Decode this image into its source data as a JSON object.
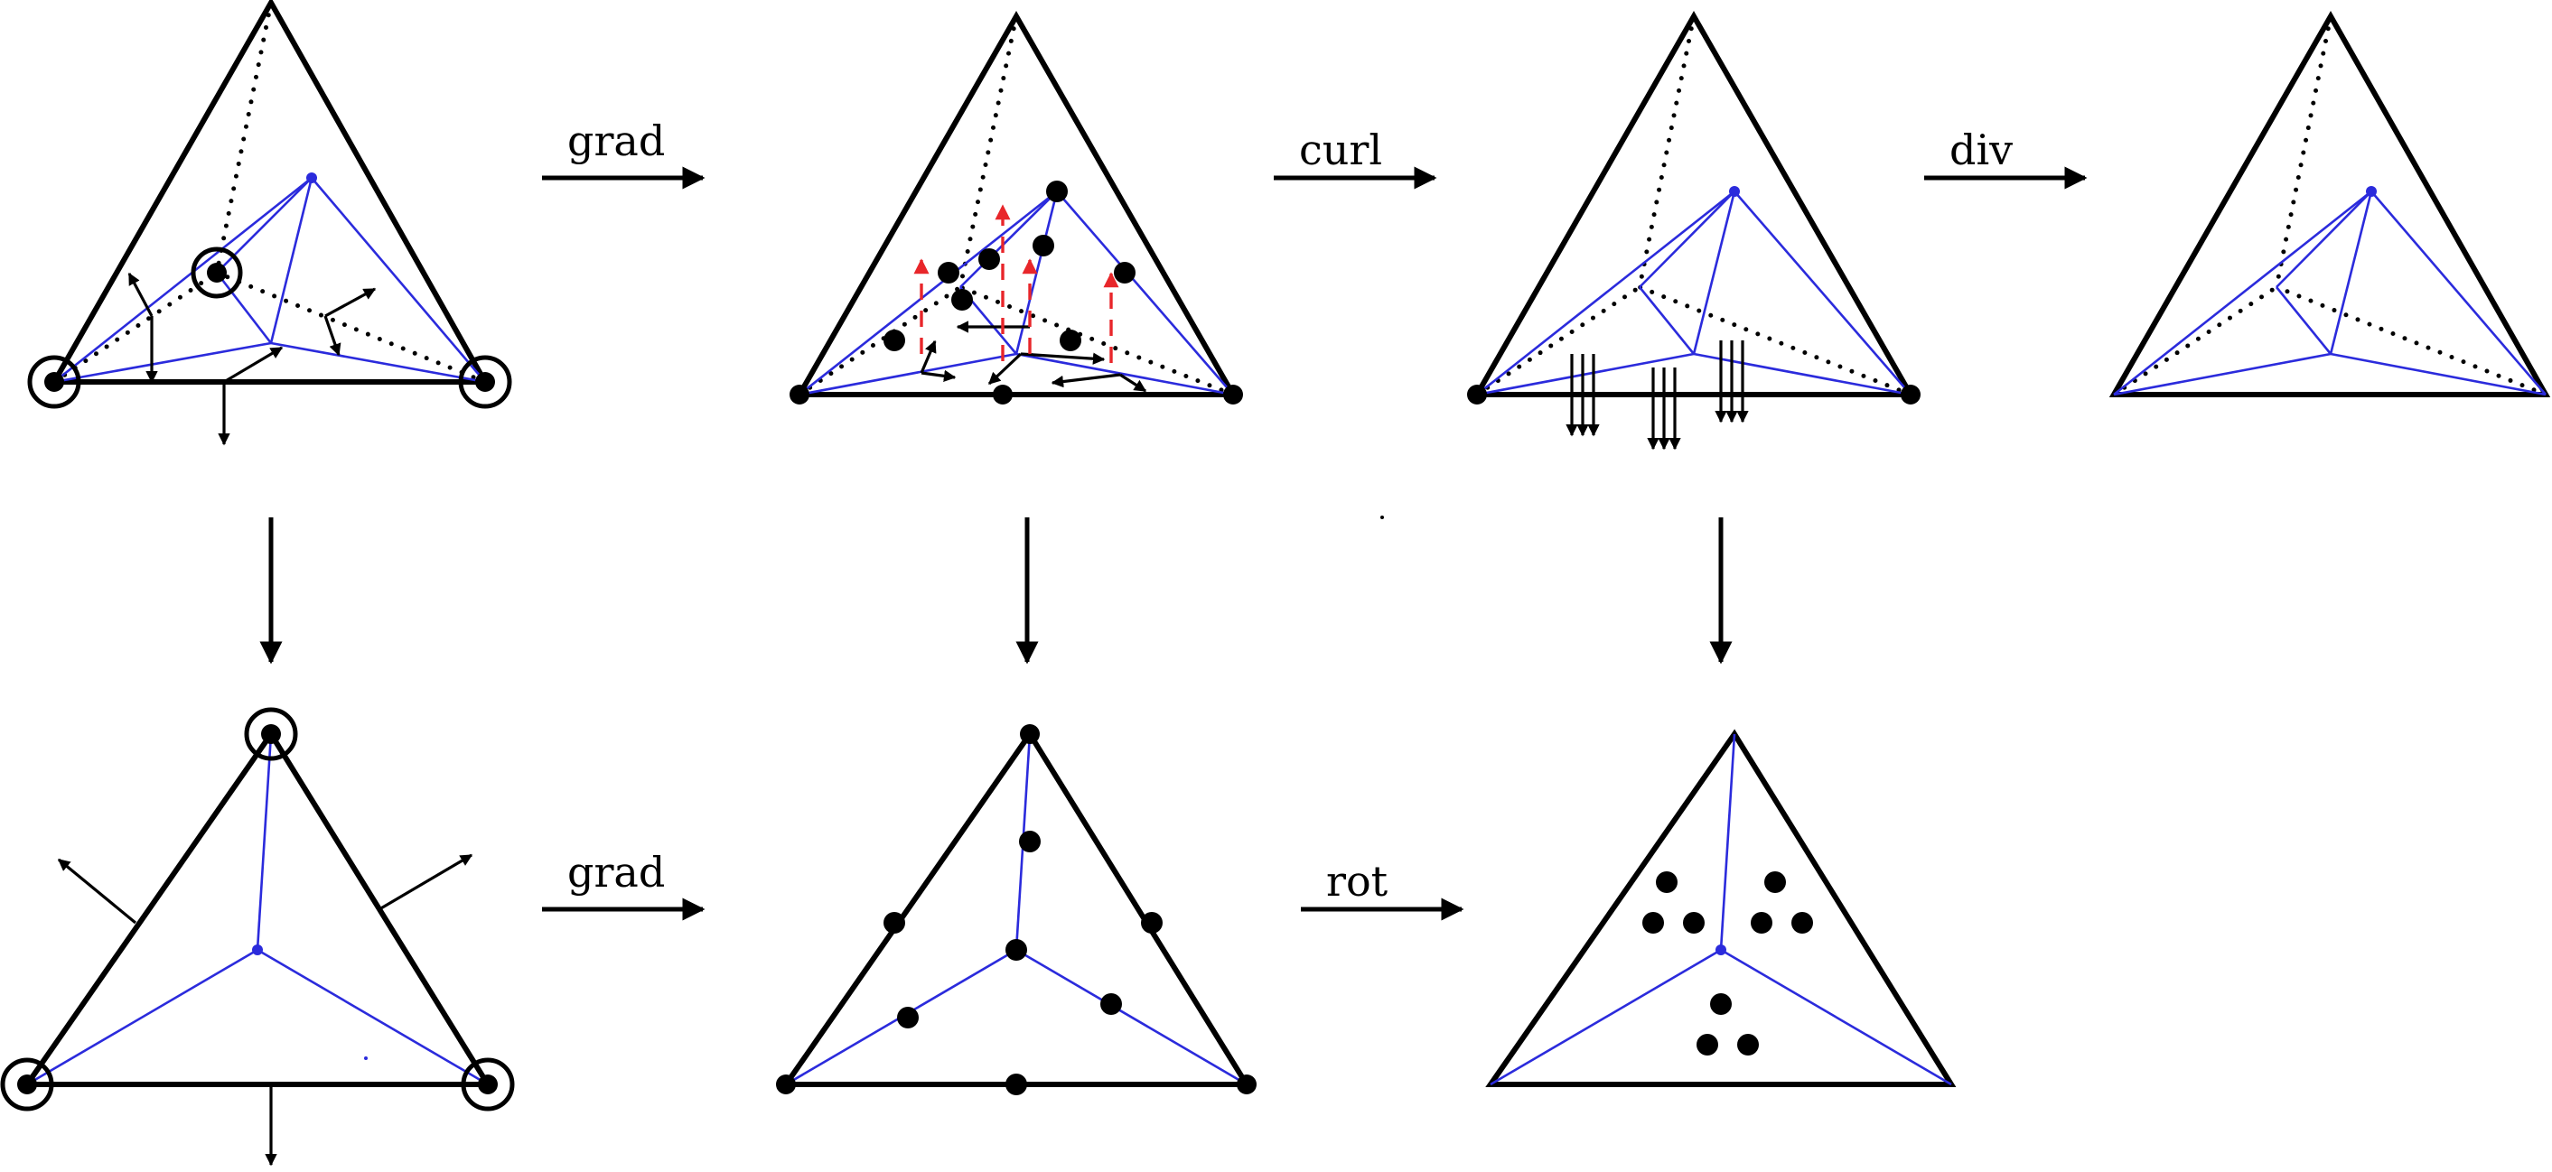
{
  "labels": {
    "top_grad": "grad",
    "top_curl": "curl",
    "top_div": "div",
    "bottom_grad": "grad",
    "bottom_rot": "rot"
  },
  "colors": {
    "mesh_blue": "#2b2bdc",
    "tangent_red": "#e8262a",
    "ink": "#000000"
  },
  "diagram": {
    "rows": [
      {
        "row": "top",
        "spaces": [
          "vertex-dof-3d",
          "edge-dof-3d",
          "face-dof-3d",
          "cell-3d"
        ],
        "operators": [
          "grad",
          "curl",
          "div"
        ]
      },
      {
        "row": "bottom",
        "spaces": [
          "vertex-dof-2d",
          "edge-dof-2d",
          "cell-dof-2d"
        ],
        "operators": [
          "grad",
          "rot"
        ]
      }
    ],
    "vertical_maps": 3
  }
}
